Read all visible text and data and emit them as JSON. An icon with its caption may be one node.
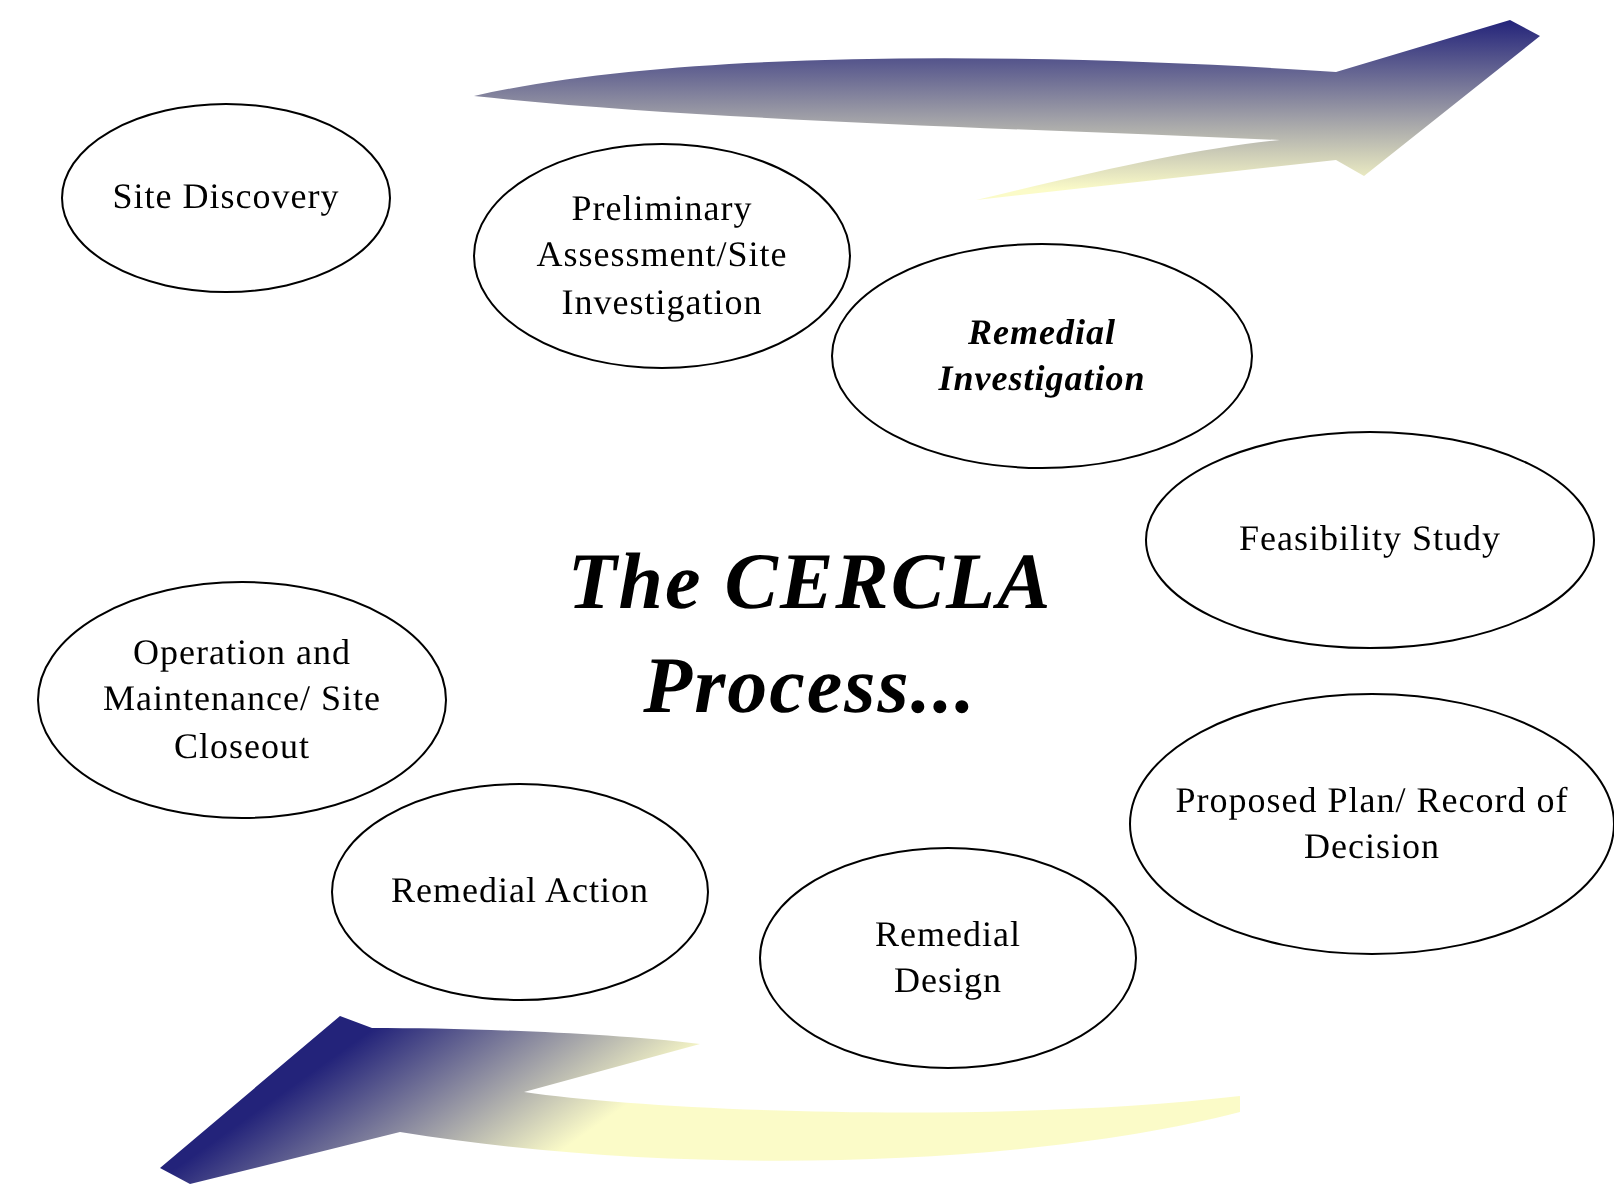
{
  "diagram": {
    "title": "The CERCLA Process...",
    "nodes": [
      {
        "text": [
          "Site Discovery"
        ]
      },
      {
        "text": [
          "Preliminary Assessment/Site Investigation"
        ]
      },
      {
        "text": [
          "Remedial Investigation"
        ]
      },
      {
        "text": [
          "Feasibility Study"
        ]
      },
      {
        "text": [
          "Proposed Plan/ Record of Decision"
        ]
      },
      {
        "text": [
          "Remedial Design"
        ]
      },
      {
        "text": [
          "Remedial Action"
        ]
      },
      {
        "text": [
          "Operation and Maintenance/ Site Closeout"
        ]
      }
    ]
  }
}
